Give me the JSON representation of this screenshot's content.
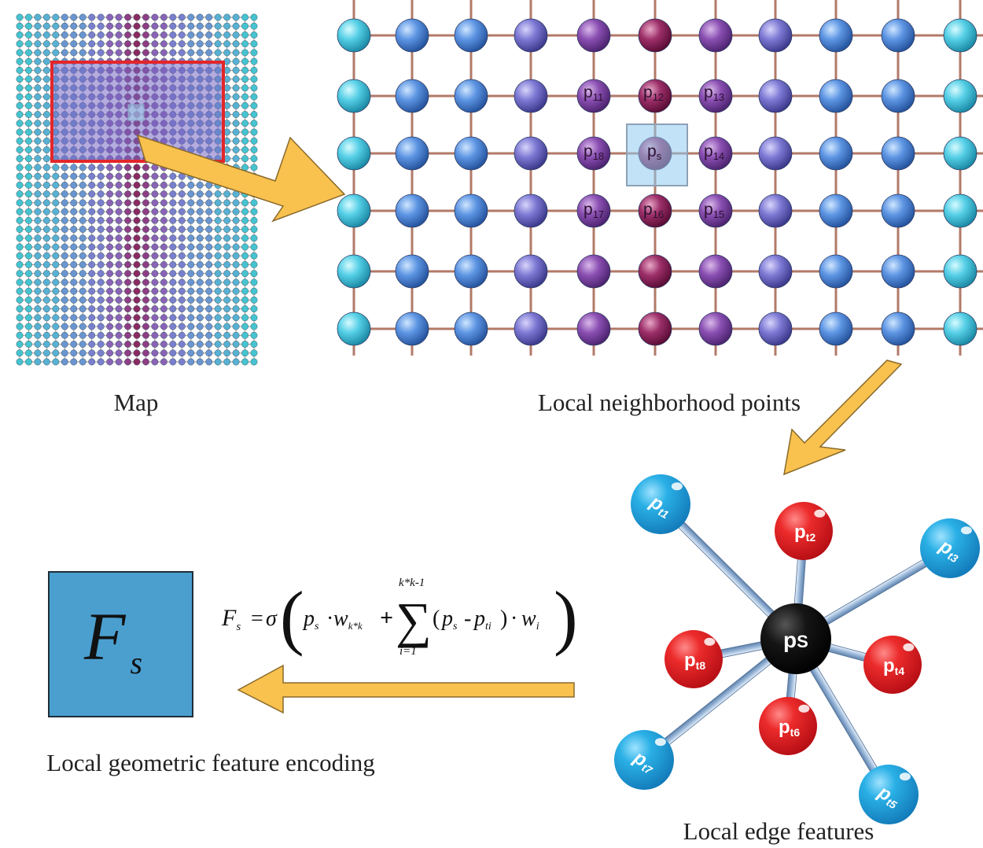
{
  "captions": {
    "map": "Map",
    "neighborhood": "Local neighborhood points",
    "edge": "Local edge features",
    "encoding": "Local geometric feature encoding"
  },
  "grid_labels": {
    "p11": [
      "p",
      "11"
    ],
    "p12": [
      "p",
      "12"
    ],
    "p13": [
      "p",
      "13"
    ],
    "p18": [
      "p",
      "18"
    ],
    "ps": [
      "p",
      "s"
    ],
    "p14": [
      "p",
      "14"
    ],
    "p17": [
      "p",
      "17"
    ],
    "p16": [
      "p",
      "16"
    ],
    "p15": [
      "p",
      "15"
    ]
  },
  "edge_nodes": {
    "center": [
      "p",
      "S"
    ],
    "t1": [
      "p",
      "t1"
    ],
    "t2": [
      "p",
      "t2"
    ],
    "t3": [
      "p",
      "t3"
    ],
    "t4": [
      "p",
      "t4"
    ],
    "t5": [
      "p",
      "t5"
    ],
    "t6": [
      "p",
      "t6"
    ],
    "t7": [
      "p",
      "t7"
    ],
    "t8": [
      "p",
      "t8"
    ]
  },
  "fs_box": {
    "letter": "F",
    "sub": "s"
  },
  "formula": {
    "lhs": "F",
    "lhs_sub": "s",
    "eq": "=",
    "sigma": "σ",
    "p": "p",
    "s": "s",
    "dot": "·",
    "w": "w",
    "w_sub": "k*k",
    "plus": "+",
    "sum": "∑",
    "upper": "k*k-1",
    "lower": "i=1",
    "lp": "(",
    "minus": "-",
    "ti": "ti",
    "rp": ")",
    "i": "i"
  },
  "colors": {
    "grid_line": "#b27a68",
    "red_frame": "#e3262a",
    "arrow_fill": "#f9c24f",
    "arrow_stroke": "#8a6a2a",
    "fs_box": "#4a9fcf",
    "node_blue": "#27a7df",
    "node_red": "#e41e26",
    "node_black": "#111111",
    "stick": "#9fbbd9"
  }
}
